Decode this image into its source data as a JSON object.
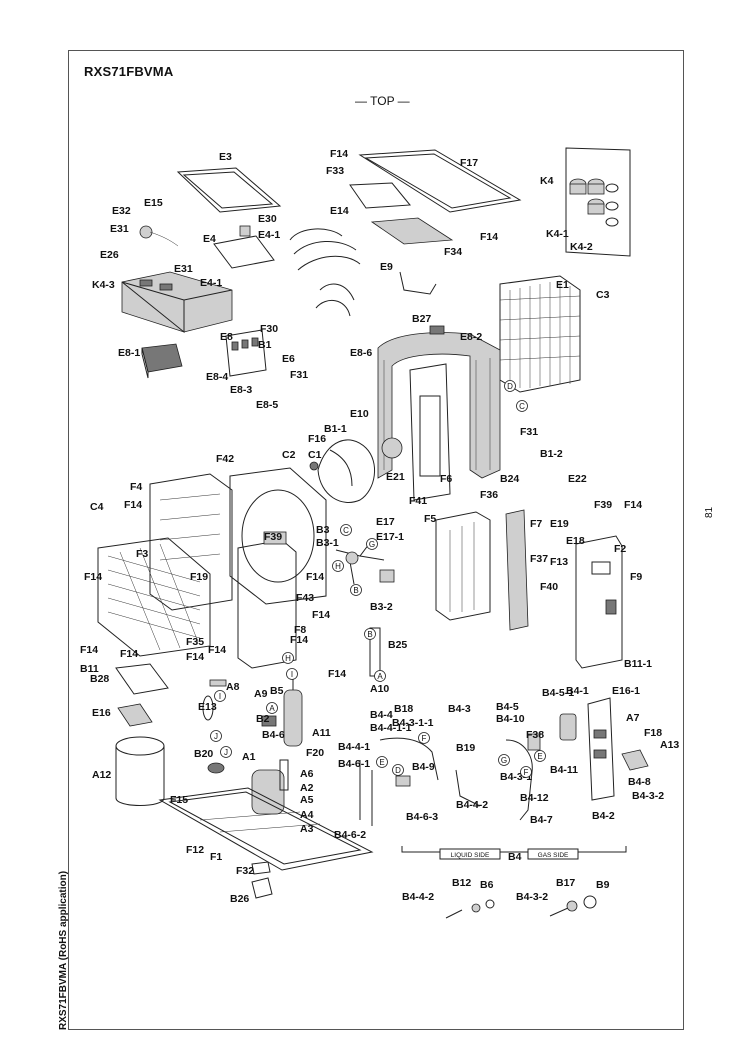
{
  "page": {
    "model": "RXS71FBVMA",
    "top_label": "— TOP —",
    "page_number": "81",
    "side_text": "RXS71FBVMA (RoHS application)"
  },
  "diagram": {
    "section_labels": {
      "liquid_side": "LIQUID SIDE",
      "gas_side": "GAS SIDE",
      "b4": "B4"
    },
    "parts": [
      "E3",
      "F14",
      "F17",
      "F33",
      "E32",
      "E15",
      "K4",
      "E31",
      "E30",
      "E14",
      "E4",
      "E4-1",
      "K4-1",
      "E26",
      "F14",
      "E31",
      "E4-1",
      "E9",
      "F34",
      "K4-2",
      "K4-3",
      "E1",
      "C3",
      "B27",
      "F30",
      "E8",
      "E8-2",
      "B1",
      "E8-1",
      "E6",
      "E8-6",
      "F31",
      "E8-4",
      "E8-3",
      "E8-5",
      "E10",
      "F31",
      "B1-1",
      "F16",
      "C1",
      "C2",
      "B1-2",
      "E21",
      "F6",
      "B24",
      "F42",
      "E22",
      "F4",
      "F14",
      "F41",
      "F36",
      "C4",
      "F39",
      "F14",
      "B3",
      "E17",
      "F5",
      "E19",
      "F7",
      "B3-1",
      "E17-1",
      "E18",
      "F2",
      "F37",
      "F13",
      "F3",
      "F39",
      "F14",
      "F19",
      "F40",
      "F9",
      "F14",
      "B3-2",
      "F43",
      "F14",
      "F8",
      "F14",
      "B25",
      "F14",
      "F35",
      "F14",
      "F14",
      "F14",
      "B11-1",
      "F14",
      "B11",
      "A10",
      "B28",
      "A8",
      "A9",
      "B5",
      "E13",
      "B2",
      "A11",
      "E16",
      "B4-4",
      "B18",
      "B4-3",
      "B4-5",
      "B4-5-1",
      "B4-1",
      "E16-1",
      "B4-4-1-1",
      "B4-3-1-1",
      "B4-10",
      "A7",
      "B4-6",
      "B4-4-1",
      "B19",
      "F38",
      "F18",
      "A13",
      "B20",
      "A1",
      "F20",
      "B4-6-1",
      "B4-9",
      "B4-11",
      "A12",
      "A6",
      "A2",
      "B4-3-1",
      "B4-8",
      "A5",
      "B4-4-2",
      "B4-12",
      "B4-3-2",
      "F15",
      "A4",
      "B4-6-3",
      "B4-7",
      "B4-2",
      "A3",
      "F12",
      "F1",
      "B4-6-2",
      "F32",
      "B26",
      "B12",
      "B6",
      "B17",
      "B9",
      "B4-4-2",
      "B4-3-2"
    ],
    "circle_markers": [
      "D",
      "C",
      "C",
      "G",
      "H",
      "B",
      "B",
      "A",
      "H",
      "I",
      "A",
      "J",
      "J",
      "I",
      "E",
      "F",
      "D",
      "G",
      "F",
      "E"
    ]
  }
}
